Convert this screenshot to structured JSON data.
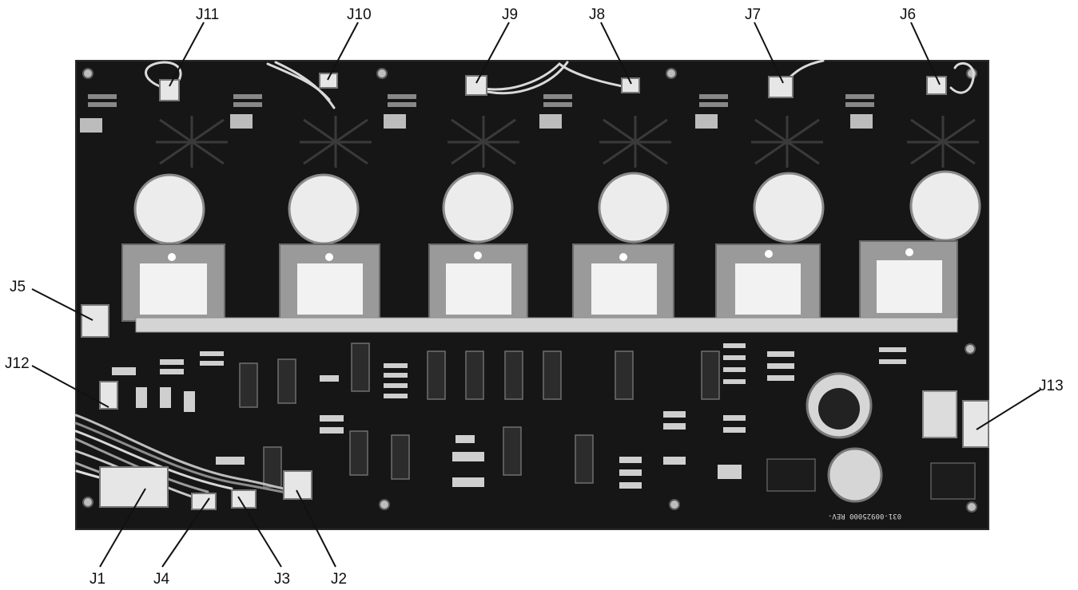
{
  "figure": {
    "callouts": [
      {
        "id": "j11",
        "label": "J11"
      },
      {
        "id": "j10",
        "label": "J10"
      },
      {
        "id": "j9",
        "label": "J9"
      },
      {
        "id": "j8",
        "label": "J8"
      },
      {
        "id": "j7",
        "label": "J7"
      },
      {
        "id": "j6",
        "label": "J6"
      },
      {
        "id": "j5",
        "label": "J5"
      },
      {
        "id": "j12",
        "label": "J12"
      },
      {
        "id": "j13",
        "label": "J13"
      },
      {
        "id": "j1",
        "label": "J1"
      },
      {
        "id": "j4",
        "label": "J4"
      },
      {
        "id": "j3",
        "label": "J3"
      },
      {
        "id": "j2",
        "label": "J2"
      }
    ],
    "board": {
      "part_number": "031-00925000 REV-",
      "channel_count": 6
    },
    "colors": {
      "board": "#161616",
      "component_light": "#ececec",
      "component_mid": "#9a9a9a",
      "leader": "#111111"
    }
  }
}
